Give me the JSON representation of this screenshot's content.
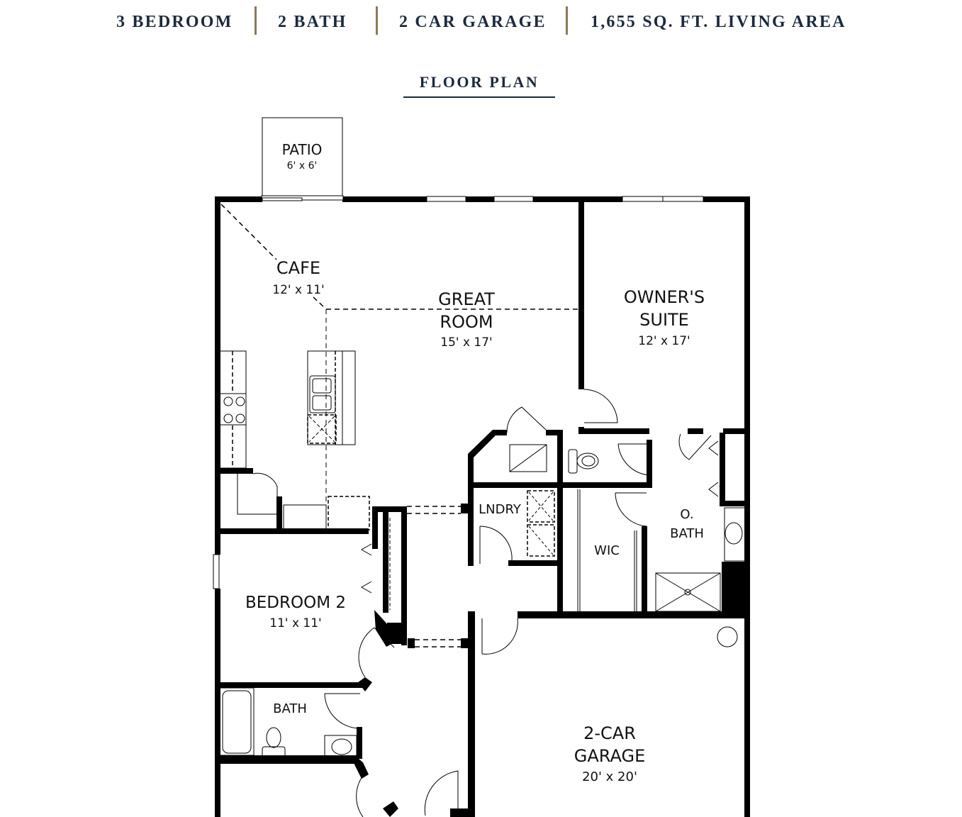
{
  "specs": {
    "bedrooms": "3 BEDROOM",
    "baths": "2 BATH",
    "garage": "2 CAR GARAGE",
    "living_area": "1,655 SQ. FT. LIVING AREA"
  },
  "section_title": "FLOOR PLAN",
  "colors": {
    "heading": "#1c2a3d",
    "divider": "#8a7a58",
    "wall": "#000000"
  },
  "rooms": {
    "patio": {
      "name": "PATIO",
      "size": "6' x 6'"
    },
    "cafe": {
      "name": "CAFE",
      "size": "12' x 11'"
    },
    "great_room": {
      "name_line1": "GREAT",
      "name_line2": "ROOM",
      "size": "15' x 17'"
    },
    "owners_suite": {
      "name_line1": "OWNER'S",
      "name_line2": "SUITE",
      "size": "12' x 17'"
    },
    "laundry": {
      "name": "LNDRY"
    },
    "wic": {
      "name": "WIC"
    },
    "owner_bath": {
      "name_line1": "O.",
      "name_line2": "BATH"
    },
    "bedroom2": {
      "name": "BEDROOM 2",
      "size": "11' x 11'"
    },
    "bath": {
      "name": "BATH"
    },
    "garage": {
      "name_line1": "2-CAR",
      "name_line2": "GARAGE",
      "size": "20' x 20'"
    }
  }
}
